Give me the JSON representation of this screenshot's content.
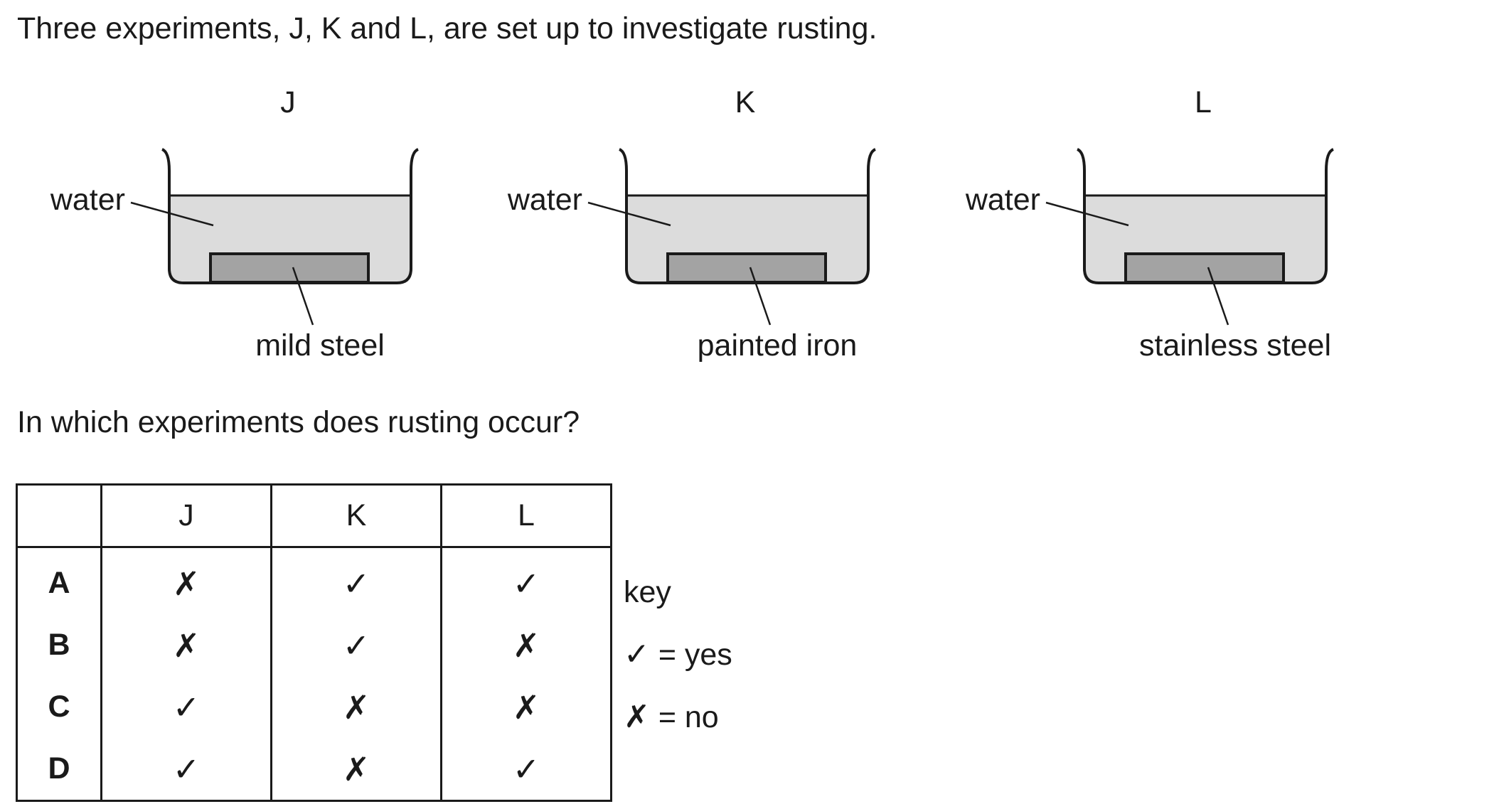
{
  "intro": "Three experiments, J, K and L, are set up to investigate rusting.",
  "experiments": [
    {
      "id": "J",
      "liquid_label": "water",
      "metal_label": "mild steel"
    },
    {
      "id": "K",
      "liquid_label": "water",
      "metal_label": "painted iron"
    },
    {
      "id": "L",
      "liquid_label": "water",
      "metal_label": "stainless steel"
    }
  ],
  "question": "In which experiments does rusting occur?",
  "table": {
    "columns": [
      "",
      "J",
      "K",
      "L"
    ],
    "rows": [
      {
        "option": "A",
        "J": "✗",
        "K": "✓",
        "L": "✓"
      },
      {
        "option": "B",
        "J": "✗",
        "K": "✓",
        "L": "✗"
      },
      {
        "option": "C",
        "J": "✓",
        "K": "✗",
        "L": "✗"
      },
      {
        "option": "D",
        "J": "✓",
        "K": "✗",
        "L": "✓"
      }
    ]
  },
  "key": {
    "title": "key",
    "yes_symbol": "✓",
    "yes_text": " = yes",
    "no_symbol": "✗",
    "no_text": " = no"
  },
  "colors": {
    "water": "#dcdcdc",
    "metal": "#a3a3a3",
    "outline": "#1a1a1a"
  }
}
